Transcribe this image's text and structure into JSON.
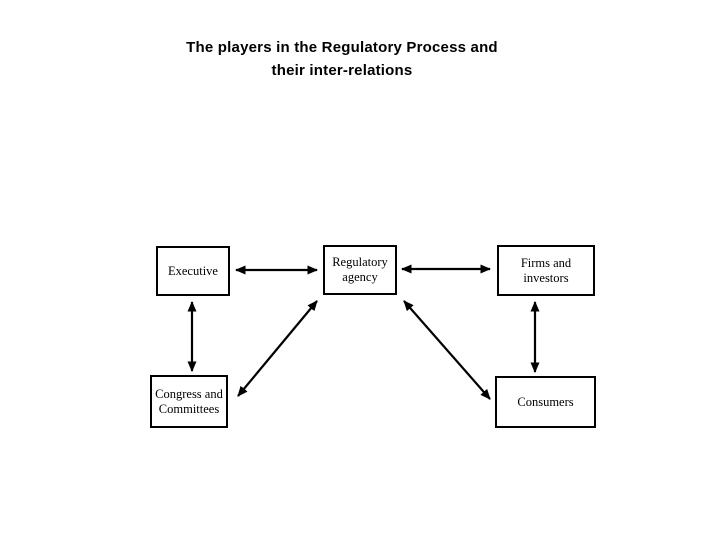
{
  "title": {
    "line1": "The players in the Regulatory Process and",
    "line2": "their inter-relations"
  },
  "diagram": {
    "nodes": [
      {
        "id": "executive",
        "label": "Executive"
      },
      {
        "id": "regulatory-agency",
        "label": "Regulatory agency"
      },
      {
        "id": "firms-investors",
        "label": "Firms and investors"
      },
      {
        "id": "congress-committees",
        "label": "Congress and Committees"
      },
      {
        "id": "consumers",
        "label": "Consumers"
      }
    ],
    "edges": [
      {
        "from": "Executive",
        "to": "Regulatory agency",
        "direction": "both"
      },
      {
        "from": "Regulatory agency",
        "to": "Firms and investors",
        "direction": "both"
      },
      {
        "from": "Executive",
        "to": "Congress and Committees",
        "direction": "both"
      },
      {
        "from": "Firms and investors",
        "to": "Consumers",
        "direction": "both"
      },
      {
        "from": "Regulatory agency",
        "to": "Congress and Committees",
        "direction": "both"
      },
      {
        "from": "Regulatory agency",
        "to": "Consumers",
        "direction": "both"
      }
    ]
  },
  "colors": {
    "background": "#ffffff",
    "text": "#000000",
    "box_border": "#000000",
    "arrow": "#000000"
  }
}
